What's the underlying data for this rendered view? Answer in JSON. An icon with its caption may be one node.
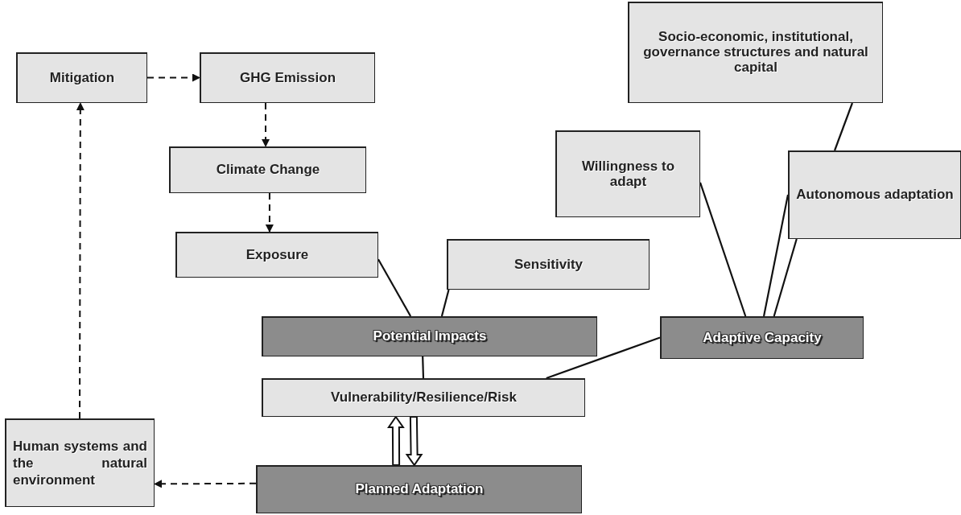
{
  "diagram": {
    "nodes": [
      {
        "text": [
          "Mitigation"
        ]
      },
      {
        "text": [
          "GHG Emission"
        ]
      },
      {
        "text": [
          "Climate Change"
        ]
      },
      {
        "text": [
          "Exposure"
        ]
      },
      {
        "text": [
          "Sensitivity"
        ]
      },
      {
        "text": [
          "Potential Impacts"
        ]
      },
      {
        "text": [
          "Vulnerability/Resilience/Risk"
        ]
      },
      {
        "text": [
          "Planned Adaptation"
        ]
      },
      {
        "text": [
          "Human systems and the natural environment"
        ]
      },
      {
        "text": [
          "Socio-economic, institutional, governance structures and natural capital"
        ]
      },
      {
        "text": [
          "Willingness to adapt"
        ]
      },
      {
        "text": [
          "Autonomous adaptation"
        ]
      },
      {
        "text": [
          "Adaptive Capacity"
        ]
      }
    ],
    "edges": [
      {
        "from": 0,
        "to": 1,
        "arrow": "to",
        "style": "dashed"
      },
      {
        "from": 1,
        "to": 2,
        "arrow": "to",
        "style": "dashed"
      },
      {
        "from": 2,
        "to": 3,
        "arrow": "to",
        "style": "dashed"
      },
      {
        "from": 3,
        "to": 5,
        "arrow": "none"
      },
      {
        "from": 4,
        "to": 5,
        "arrow": "none"
      },
      {
        "from": 5,
        "to": 6,
        "arrow": "none"
      },
      {
        "from": 12,
        "to": 6,
        "arrow": "none"
      },
      {
        "from": 10,
        "to": 12,
        "arrow": "none"
      },
      {
        "from": 9,
        "to": 11,
        "arrow": "none"
      },
      {
        "from": 11,
        "to": 12,
        "arrow": "none"
      },
      {
        "from": 11,
        "to": 12,
        "arrow": "none"
      },
      {
        "from": 7,
        "to": 6,
        "arrow": "to",
        "style": "thick"
      },
      {
        "from": 6,
        "to": 7,
        "arrow": "to",
        "style": "thick"
      },
      {
        "from": 7,
        "to": 8,
        "arrow": "to",
        "style": "dashed"
      },
      {
        "from": 8,
        "to": 0,
        "arrow": "to",
        "style": "dashed"
      }
    ]
  }
}
